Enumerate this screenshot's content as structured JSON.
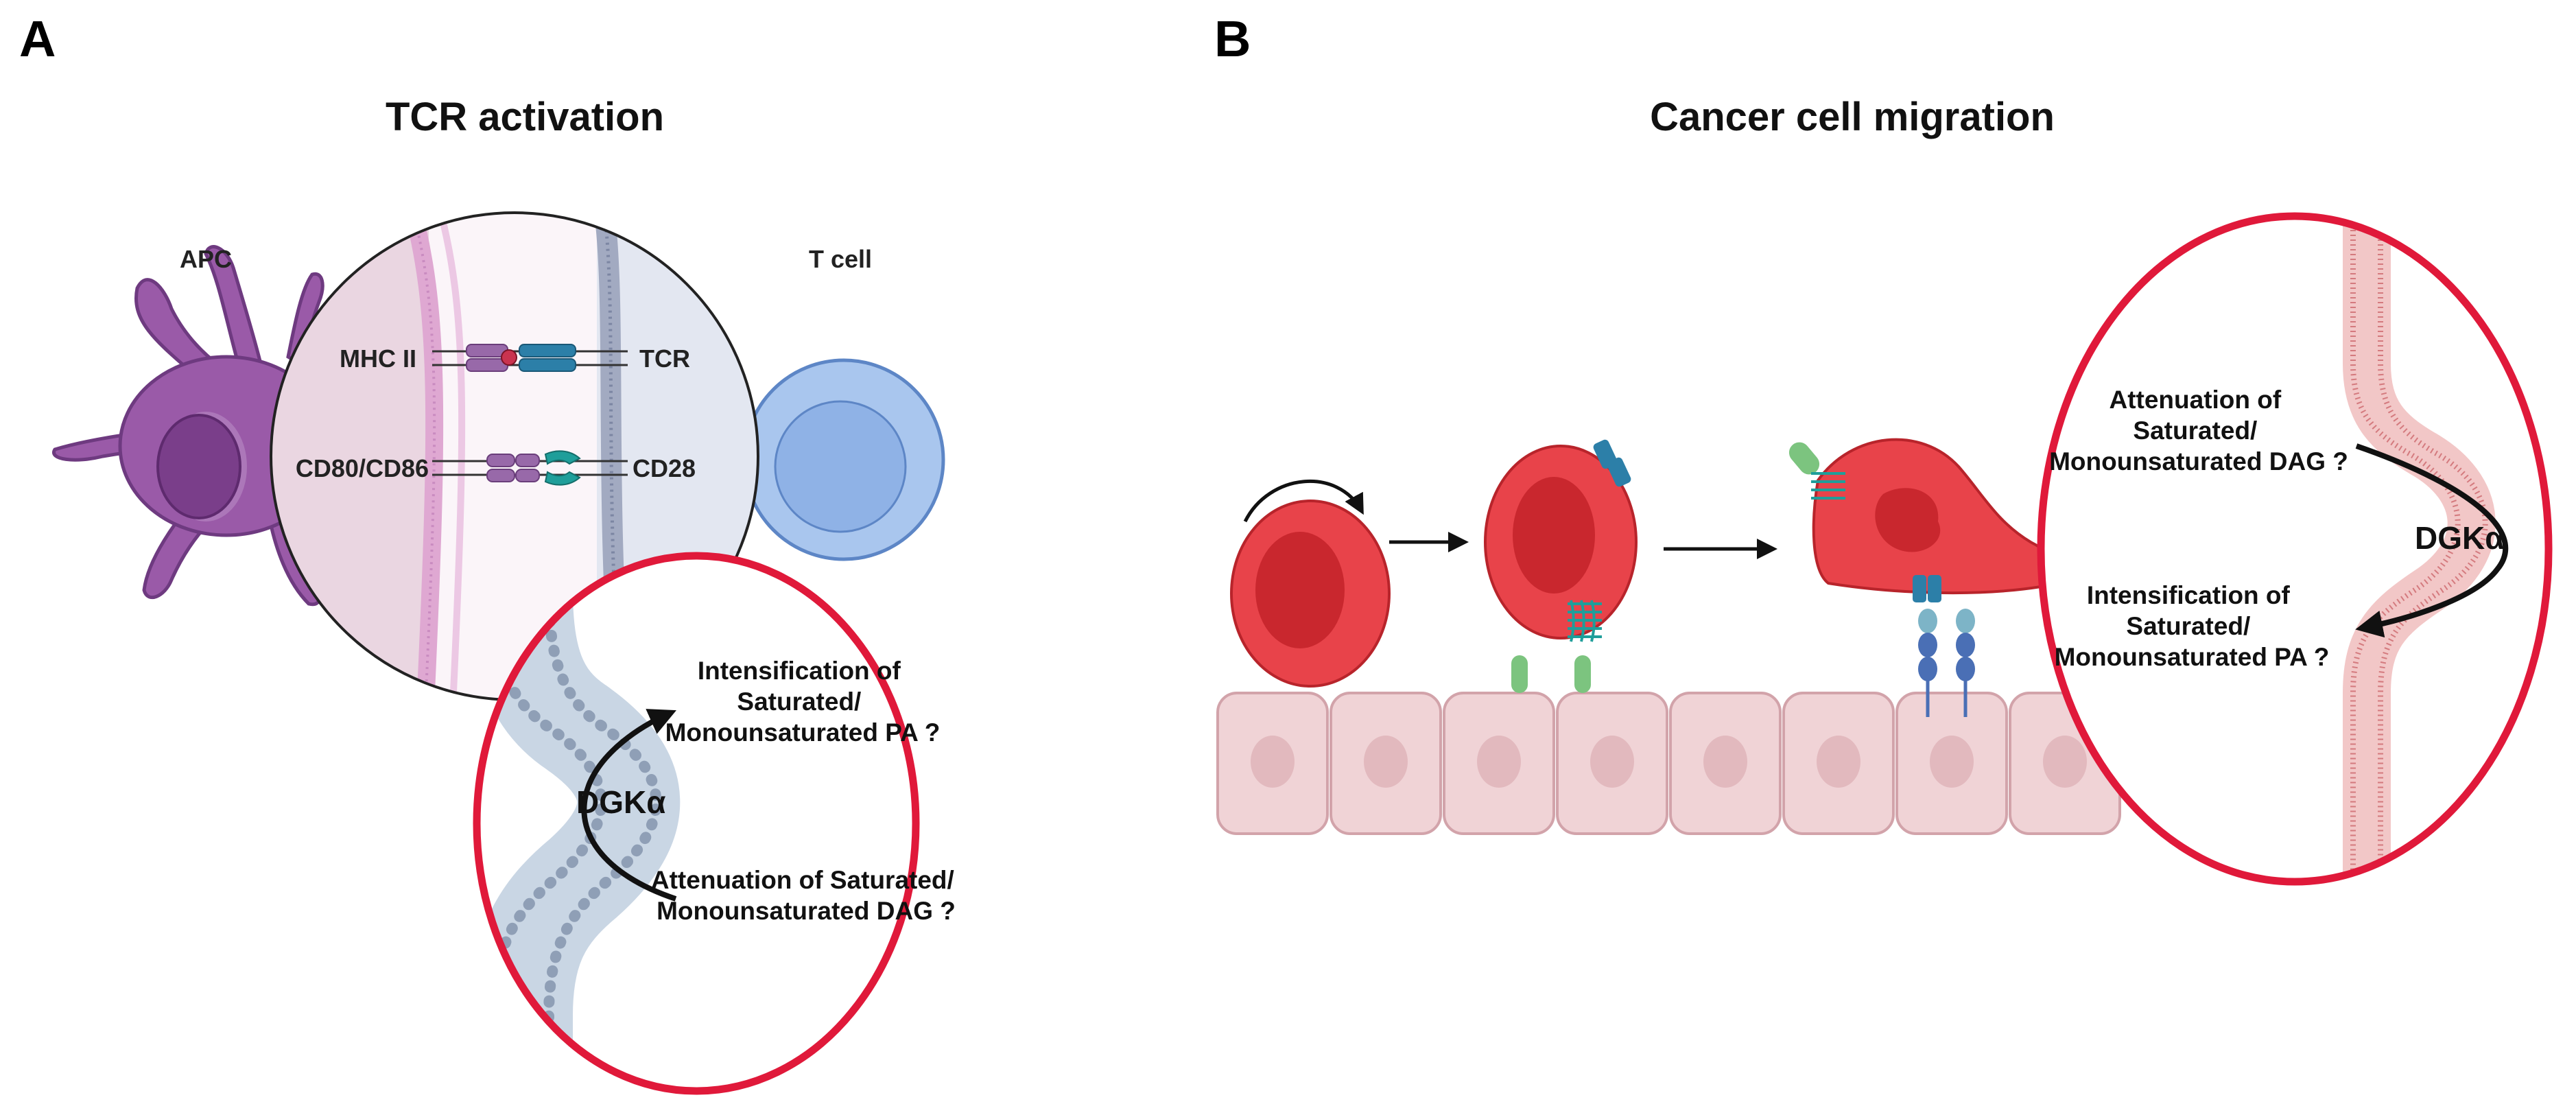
{
  "panelA": {
    "letter": "A",
    "title": "TCR activation",
    "apc_label": "APC",
    "tcell_label": "T cell",
    "mhc_label": "MHC II",
    "tcr_label": "TCR",
    "cd80_label": "CD80/CD86",
    "cd28_label": "CD28",
    "enzyme": "DGKα",
    "pa_lines": [
      "Intensification of",
      "Saturated/",
      "Monounsaturated PA ?"
    ],
    "dag_lines": [
      "Attenuation of Saturated/",
      "Monounsaturated DAG ?"
    ]
  },
  "panelB": {
    "letter": "B",
    "title": "Cancer cell migration",
    "enzyme": "DGKα",
    "dag_lines": [
      "Attenuation of",
      "Saturated/",
      "Monounsaturated DAG ?"
    ],
    "pa_lines": [
      "Intensification of",
      "Saturated/",
      "Monounsaturated PA ?"
    ]
  },
  "colors": {
    "highlight_circle": "#e0193a",
    "apc": "#8e4f9e",
    "tcell": "#a9c6ee",
    "cancer_cell": "#e8434a",
    "endothelium": "#f0d3d6",
    "receptor_blue": "#2c7fa8",
    "receptor_teal": "#1f9e9a",
    "integrin_green": "#7cc47f"
  }
}
